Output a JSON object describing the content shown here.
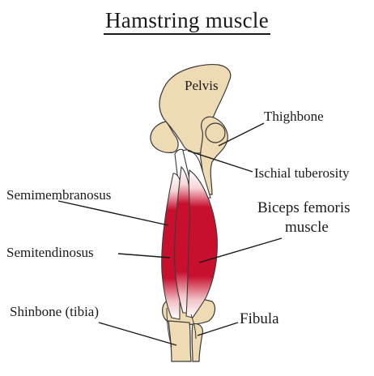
{
  "title": "Hamstring  muscle",
  "labels": {
    "pelvis": "Pelvis",
    "thighbone": "Thighbone",
    "ischial_tuberosity": "Ischial tuberosity",
    "semimembranosus": "Semimembranosus",
    "biceps_line1": "Biceps femoris",
    "biceps_line2": "muscle",
    "semitendinosus": "Semitendinosus",
    "shinbone": "Shinbone (tibia)",
    "fibula": "Fibula"
  },
  "colors": {
    "bone": "#efdbb3",
    "bone_outline": "#3a3a3a",
    "muscle": "#c8102e",
    "tendon": "#ffffff",
    "line": "#1a1a1a"
  }
}
